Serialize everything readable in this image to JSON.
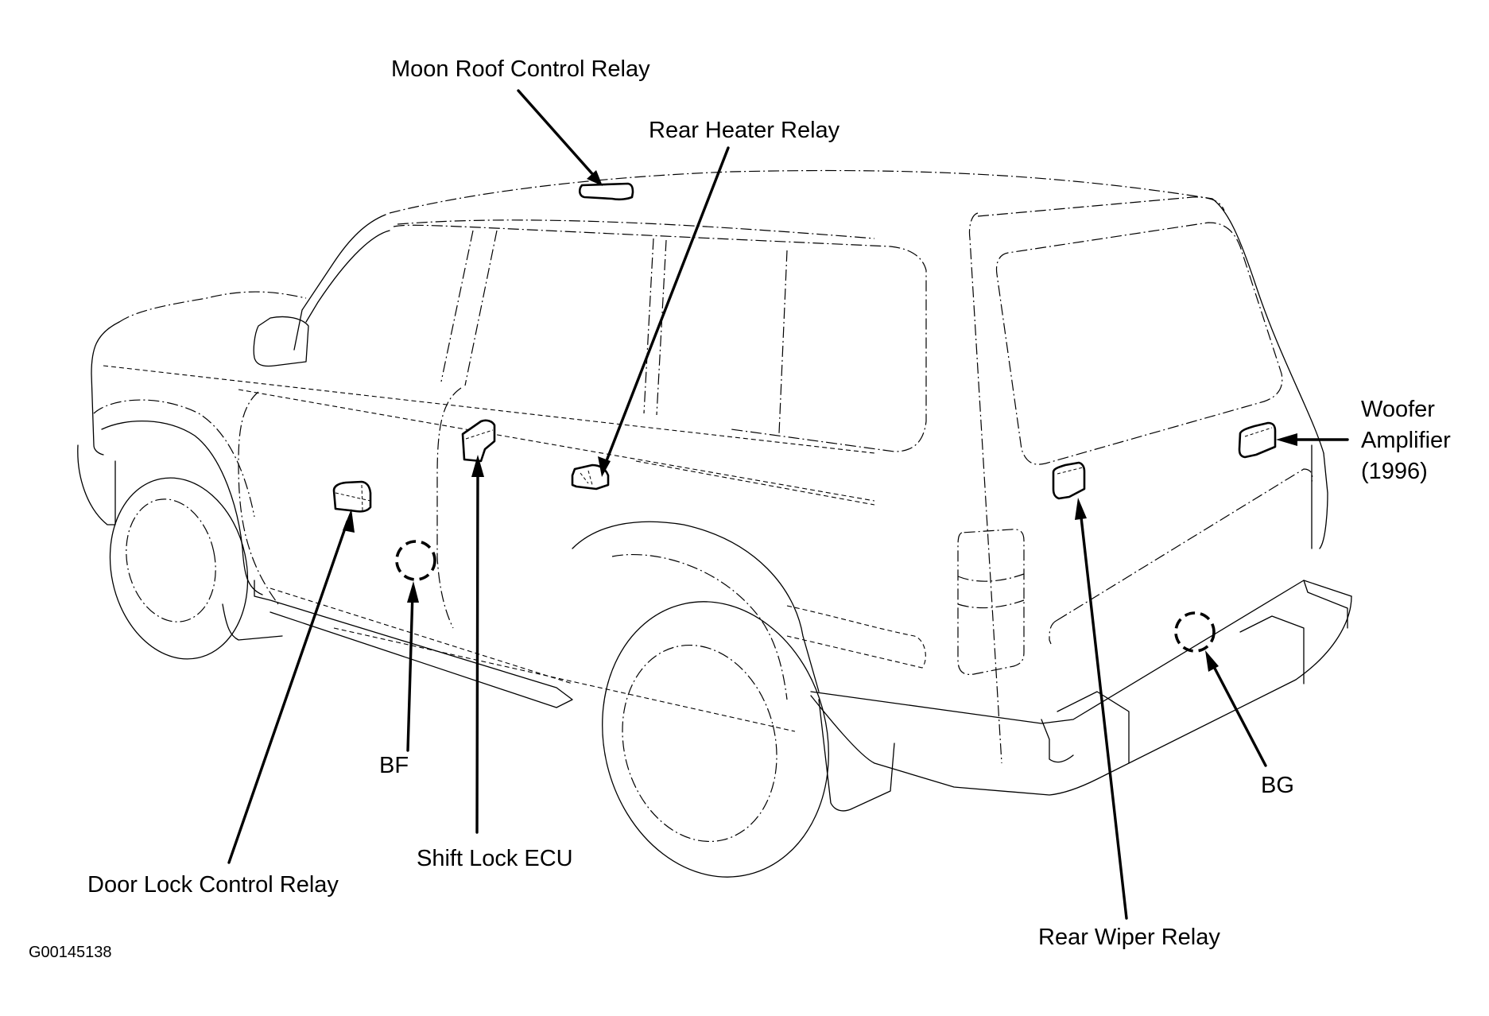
{
  "figure": {
    "id": "G00145138",
    "subject": "vehicle-component-locations",
    "line_color": "#000000",
    "background_color": "#ffffff"
  },
  "callouts": {
    "moon_roof_control_relay": "Moon Roof Control Relay",
    "rear_heater_relay": "Rear Heater Relay",
    "woofer_amplifier_line1": "Woofer",
    "woofer_amplifier_line2": "Amplifier",
    "woofer_amplifier_line3": "(1996)",
    "door_lock_control_relay": "Door Lock Control Relay",
    "bf": "BF",
    "shift_lock_ecu": "Shift Lock ECU",
    "rear_wiper_relay": "Rear Wiper Relay",
    "bg": "BG"
  },
  "ground_points": [
    "BF",
    "BG"
  ]
}
